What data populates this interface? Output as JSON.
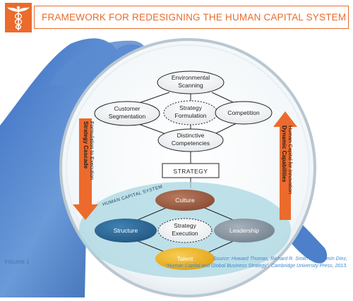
{
  "header": {
    "title": "FRAMEWORK FOR REDESIGNING THE HUMAN CAPITAL SYSTEM",
    "logo_icon": "caduceus-icon",
    "accent_color": "#ea6b2b"
  },
  "diagram": {
    "top_nodes": {
      "environmental_scanning": [
        "Environmental",
        "Scanning"
      ],
      "customer_segmentation": [
        "Customer",
        "Segmentation"
      ],
      "strategy_formulation": [
        "Strategy",
        "Formulation"
      ],
      "competition": "Competition",
      "distinctive_competencies": [
        "Distinctive",
        "Competencies"
      ]
    },
    "strategy_box": "STRATEGY",
    "human_capital_system_label": "HUMAN CAPITAL SYSTEM",
    "hcs_nodes": {
      "culture": "Culture",
      "structure": "Structure",
      "strategy_execution": [
        "Strategy",
        "Execution"
      ],
      "leadership": "Leadership",
      "talent": "Talent"
    },
    "left_arrow": {
      "title": "Strategy Cascade",
      "subtitle": "Formulation to Execution"
    },
    "right_arrow": {
      "title": "Dynamic Capabilities",
      "subtitle": "Human Capital for Innovation"
    },
    "colors": {
      "culture": "#9a5a40",
      "structure": "#2e6b9a",
      "leadership": "#8a97a2",
      "talent": "#f0b624",
      "arrow": "#ec6a2c",
      "hcs_ellipse": "#9fd1dd"
    }
  },
  "footer": {
    "figure_label": "FIGURE 1",
    "source_line1": "Source: Howard Thomas, Richard R. Smith and Fermín Díez,",
    "source_line2": "“Human Capital and Global Business Strategy”, Cambridge University Press, 2013."
  }
}
